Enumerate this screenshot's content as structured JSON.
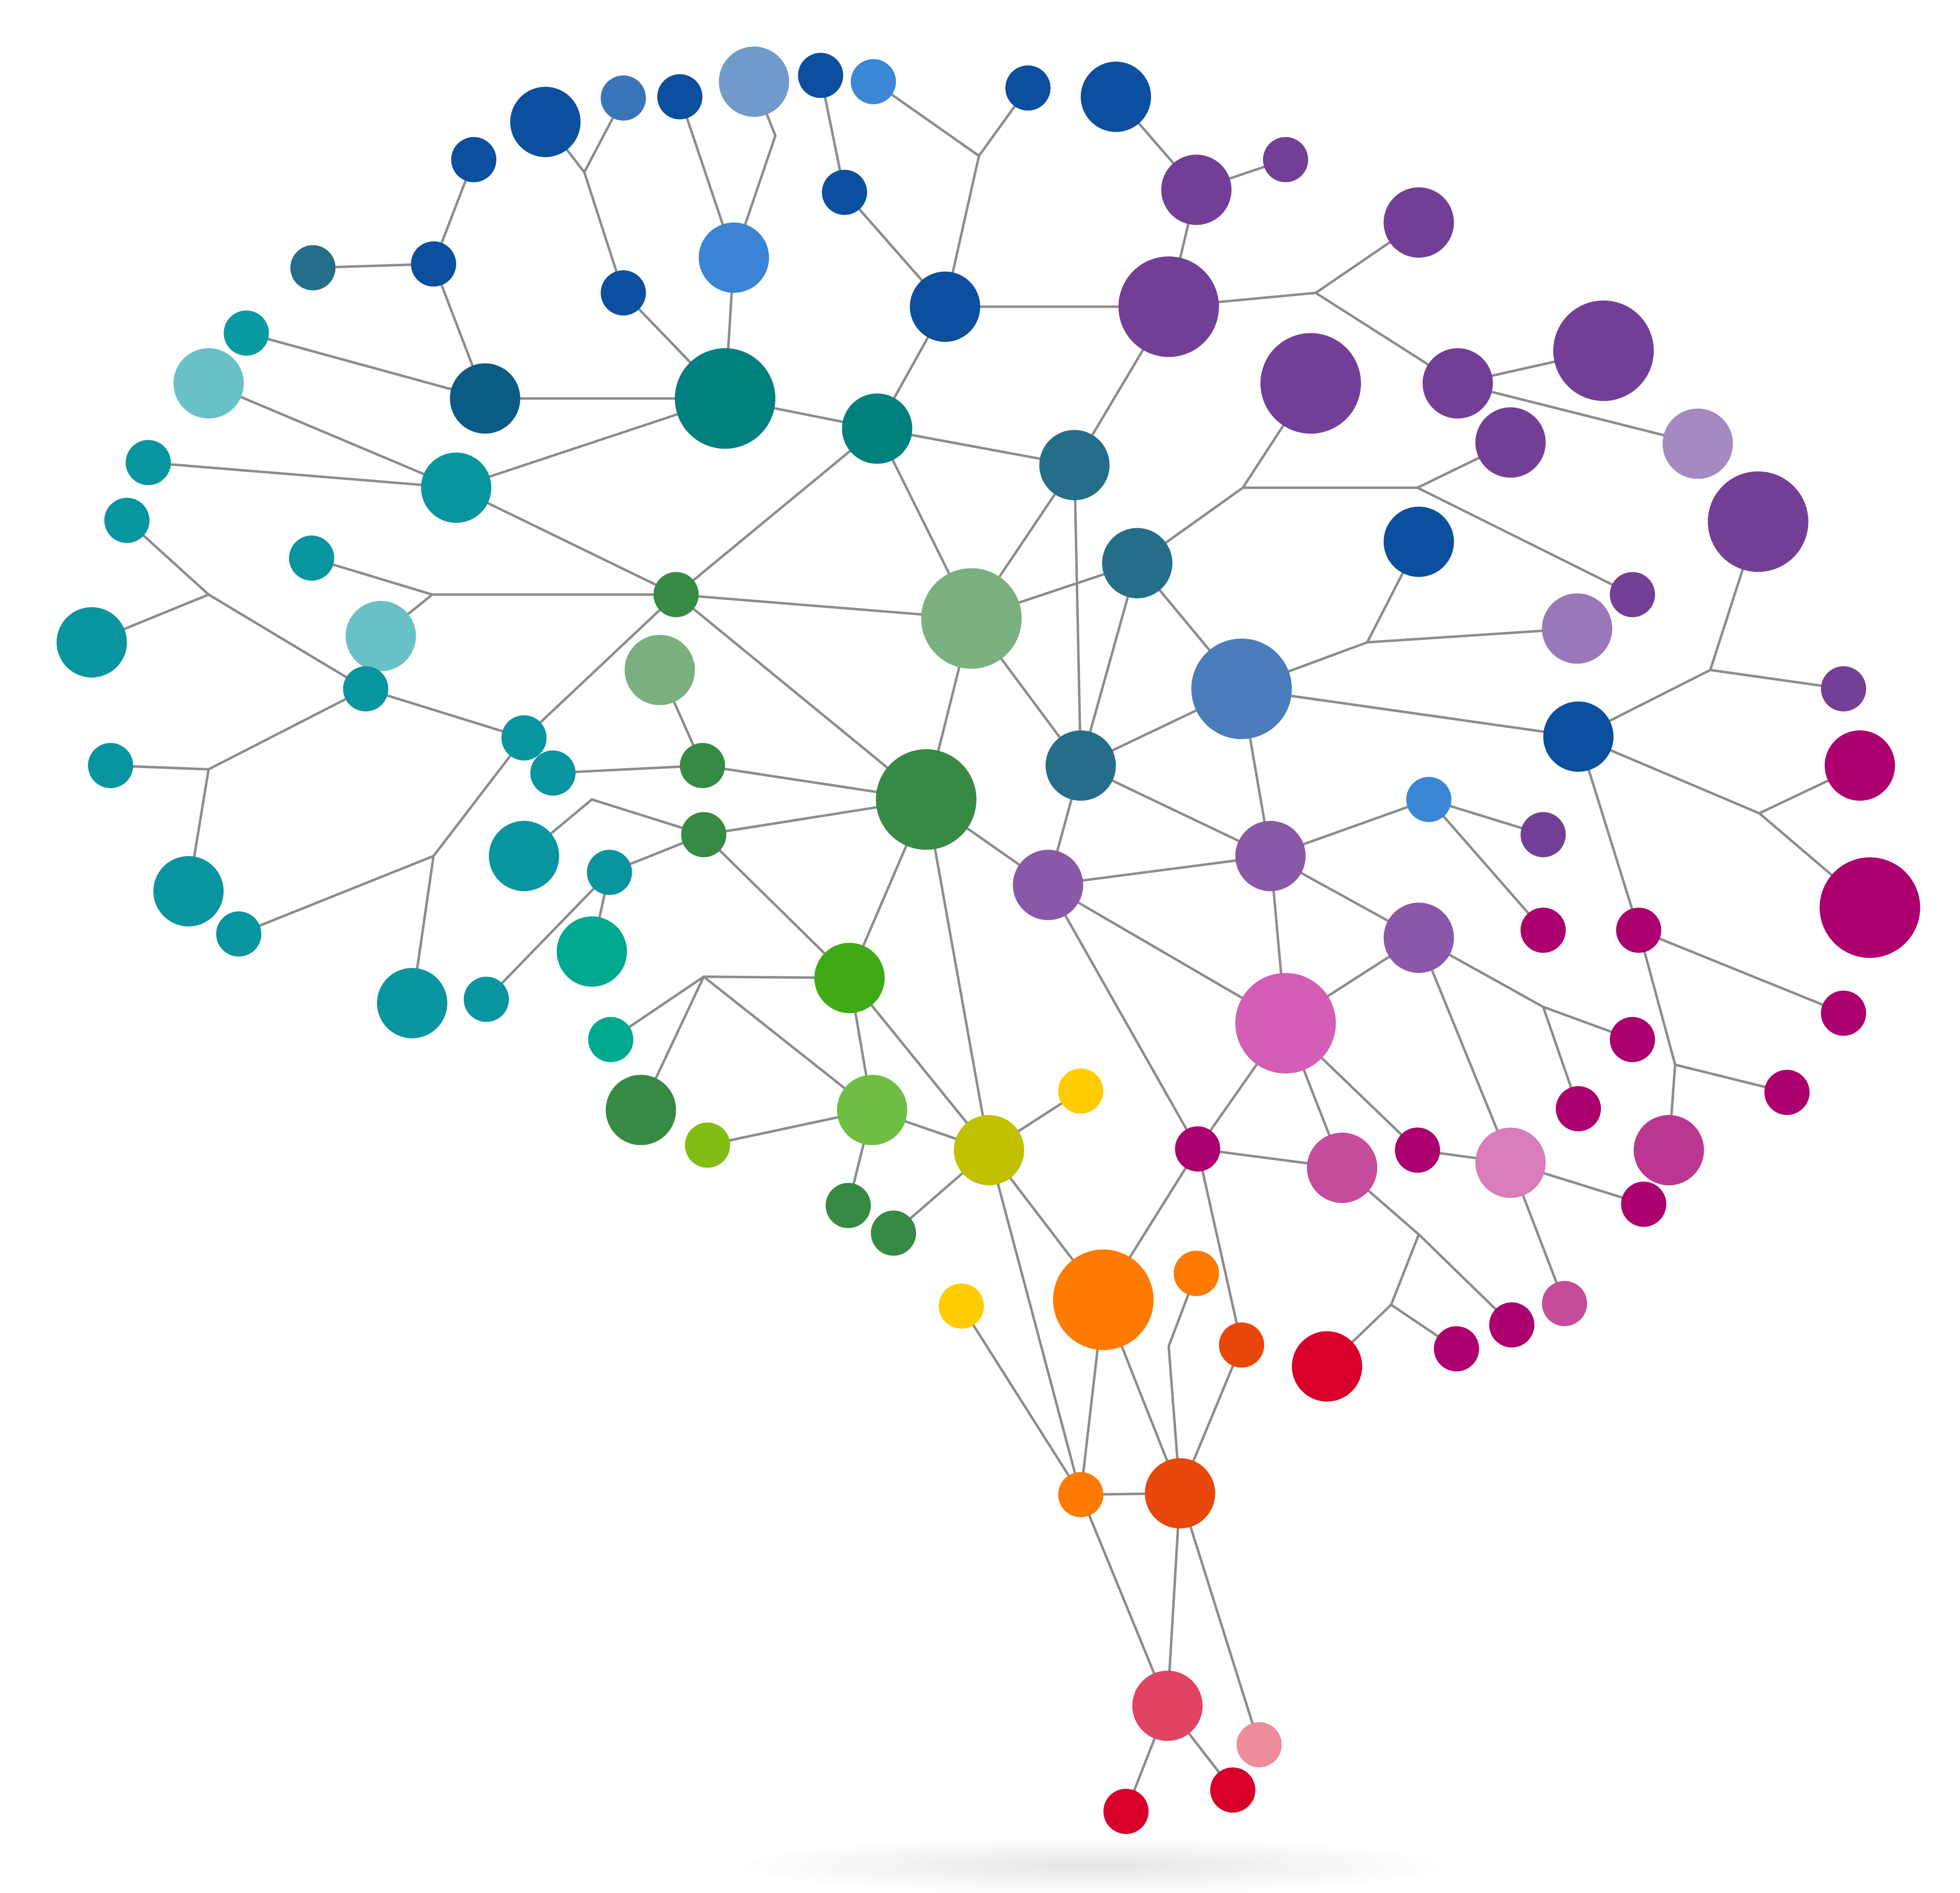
{
  "diagram": {
    "type": "network",
    "edge_color": "#8c8c8c",
    "nodes": [
      {
        "id": "n1",
        "color": "#0b4f9e",
        "size": "large"
      },
      {
        "id": "n2",
        "color": "#3a74b8",
        "size": "small"
      },
      {
        "id": "n3",
        "color": "#0b4f9e",
        "size": "small"
      },
      {
        "id": "n4",
        "color": "#6f9ac9",
        "size": "large"
      },
      {
        "id": "n5",
        "color": "#0b4f9e",
        "size": "small"
      },
      {
        "id": "n6",
        "color": "#3b87d6",
        "size": "small"
      },
      {
        "id": "n7",
        "color": "#0b4f9e",
        "size": "small"
      },
      {
        "id": "n8",
        "color": "#0b4f9e",
        "size": "large"
      },
      {
        "id": "n9",
        "color": "#0b4f9e",
        "size": "small"
      },
      {
        "id": "n10",
        "color": "#0b4f9e",
        "size": "small"
      },
      {
        "id": "n11",
        "color": "#3b83d4",
        "size": "large"
      },
      {
        "id": "n12",
        "color": "#0b4f9e",
        "size": "small"
      },
      {
        "id": "n13",
        "color": "#0b4f9e",
        "size": "large"
      },
      {
        "id": "n14",
        "color": "#256e8a",
        "size": "small"
      },
      {
        "id": "n15",
        "color": "#0b4f9e",
        "size": "small"
      },
      {
        "id": "n16",
        "color": "#0a9aa3",
        "size": "small"
      },
      {
        "id": "n17",
        "color": "#68c1c6",
        "size": "large"
      },
      {
        "id": "n18",
        "color": "#0b5c85",
        "size": "large"
      },
      {
        "id": "n19",
        "color": "#007f7f",
        "size": "xlarge"
      },
      {
        "id": "n20",
        "color": "#007f7f",
        "size": "large"
      },
      {
        "id": "n21",
        "color": "#0995a0",
        "size": "small"
      },
      {
        "id": "n22",
        "color": "#0995a0",
        "size": "large"
      },
      {
        "id": "n23",
        "color": "#0995a0",
        "size": "small"
      },
      {
        "id": "n24",
        "color": "#0995a0",
        "size": "small"
      },
      {
        "id": "n25",
        "color": "#68c1c6",
        "size": "large"
      },
      {
        "id": "n26",
        "color": "#0995a0",
        "size": "large"
      },
      {
        "id": "n27",
        "color": "#0995a0",
        "size": "small"
      },
      {
        "id": "n28",
        "color": "#0995a0",
        "size": "small"
      },
      {
        "id": "n29",
        "color": "#0995a0",
        "size": "small"
      },
      {
        "id": "n30",
        "color": "#0995a0",
        "size": "large"
      },
      {
        "id": "n31",
        "color": "#0995a0",
        "size": "large"
      },
      {
        "id": "n32",
        "color": "#0995a0",
        "size": "small"
      },
      {
        "id": "n33",
        "color": "#0995a0",
        "size": "large"
      },
      {
        "id": "n34",
        "color": "#0995a0",
        "size": "small"
      },
      {
        "id": "n35",
        "color": "#0995a0",
        "size": "small"
      },
      {
        "id": "n36",
        "color": "#0995a0",
        "size": "small"
      },
      {
        "id": "n37",
        "color": "#00a88e",
        "size": "large"
      },
      {
        "id": "n38",
        "color": "#00a88e",
        "size": "small"
      },
      {
        "id": "n39",
        "color": "#368a43",
        "size": "small"
      },
      {
        "id": "n40",
        "color": "#7ab080",
        "size": "large"
      },
      {
        "id": "n41",
        "color": "#368a43",
        "size": "small"
      },
      {
        "id": "n42",
        "color": "#368a43",
        "size": "small"
      },
      {
        "id": "n43",
        "color": "#7ab080",
        "size": "xlarge"
      },
      {
        "id": "n44",
        "color": "#368a43",
        "size": "xlarge"
      },
      {
        "id": "n45",
        "color": "#40aa16",
        "size": "large"
      },
      {
        "id": "n46",
        "color": "#368a43",
        "size": "large"
      },
      {
        "id": "n47",
        "color": "#81bd12",
        "size": "small"
      },
      {
        "id": "n48",
        "color": "#6fbe44",
        "size": "large"
      },
      {
        "id": "n49",
        "color": "#368a43",
        "size": "small"
      },
      {
        "id": "n50",
        "color": "#368a43",
        "size": "small"
      },
      {
        "id": "n51",
        "color": "#bfc000",
        "size": "large"
      },
      {
        "id": "n52",
        "color": "#ffcc00",
        "size": "small"
      },
      {
        "id": "n53",
        "color": "#256e8a",
        "size": "large"
      },
      {
        "id": "n54",
        "color": "#256e8a",
        "size": "large"
      },
      {
        "id": "n55",
        "color": "#256e8a",
        "size": "large"
      },
      {
        "id": "n56",
        "color": "#4a7cbb",
        "size": "xlarge"
      },
      {
        "id": "n57",
        "color": "#8b58a7",
        "size": "large"
      },
      {
        "id": "n58",
        "color": "#8b58a7",
        "size": "large"
      },
      {
        "id": "n59",
        "color": "#3b87d6",
        "size": "small"
      },
      {
        "id": "n60",
        "color": "#733f96",
        "size": "small"
      },
      {
        "id": "n61",
        "color": "#8b58a7",
        "size": "large"
      },
      {
        "id": "n62",
        "color": "#d45eb5",
        "size": "xlarge"
      },
      {
        "id": "n63",
        "color": "#ab006e",
        "size": "small"
      },
      {
        "id": "n64",
        "color": "#c54b9b",
        "size": "large"
      },
      {
        "id": "n65",
        "color": "#ab006e",
        "size": "small"
      },
      {
        "id": "n66",
        "color": "#d87cba",
        "size": "large"
      },
      {
        "id": "n67",
        "color": "#ab006e",
        "size": "small"
      },
      {
        "id": "n68",
        "color": "#ab006e",
        "size": "small"
      },
      {
        "id": "n69",
        "color": "#ab006e",
        "size": "small"
      },
      {
        "id": "n70",
        "color": "#bb3690",
        "size": "large"
      },
      {
        "id": "n71",
        "color": "#ab006e",
        "size": "small"
      },
      {
        "id": "n72",
        "color": "#ab006e",
        "size": "small"
      },
      {
        "id": "n73",
        "color": "#ab006e",
        "size": "small"
      },
      {
        "id": "n74",
        "color": "#ab006e",
        "size": "small"
      },
      {
        "id": "n75",
        "color": "#c54b9b",
        "size": "small"
      },
      {
        "id": "n76",
        "color": "#ab006e",
        "size": "small"
      },
      {
        "id": "n77",
        "color": "#ab006e",
        "size": "small"
      },
      {
        "id": "n78",
        "color": "#d8002a",
        "size": "large"
      },
      {
        "id": "n79",
        "color": "#733f96",
        "size": "large"
      },
      {
        "id": "n80",
        "color": "#733f96",
        "size": "small"
      },
      {
        "id": "n81",
        "color": "#733f96",
        "size": "xlarge"
      },
      {
        "id": "n82",
        "color": "#733f96",
        "size": "large"
      },
      {
        "id": "n83",
        "color": "#733f96",
        "size": "xlarge"
      },
      {
        "id": "n84",
        "color": "#733f96",
        "size": "large"
      },
      {
        "id": "n85",
        "color": "#733f96",
        "size": "xlarge"
      },
      {
        "id": "n86",
        "color": "#733f96",
        "size": "large"
      },
      {
        "id": "n87",
        "color": "#a589c0",
        "size": "large"
      },
      {
        "id": "n88",
        "color": "#733f96",
        "size": "xlarge"
      },
      {
        "id": "n89",
        "color": "#0b4f9e",
        "size": "large"
      },
      {
        "id": "n90",
        "color": "#733f96",
        "size": "small"
      },
      {
        "id": "n91",
        "color": "#9878b8",
        "size": "large"
      },
      {
        "id": "n92",
        "color": "#0b4f9e",
        "size": "large"
      },
      {
        "id": "n93",
        "color": "#733f96",
        "size": "small"
      },
      {
        "id": "n94",
        "color": "#ab006e",
        "size": "large"
      },
      {
        "id": "n95",
        "color": "#ab006e",
        "size": "xlarge"
      },
      {
        "id": "n96",
        "color": "#ab006e",
        "size": "small"
      },
      {
        "id": "n97",
        "color": "#ab006e",
        "size": "small"
      },
      {
        "id": "n98",
        "color": "#ff7a00",
        "size": "xlarge"
      },
      {
        "id": "n99",
        "color": "#ff7a00",
        "size": "small"
      },
      {
        "id": "n100",
        "color": "#e84709",
        "size": "small"
      },
      {
        "id": "n101",
        "color": "#ffcc00",
        "size": "small"
      },
      {
        "id": "n102",
        "color": "#ff7a00",
        "size": "small"
      },
      {
        "id": "n103",
        "color": "#e84709",
        "size": "large"
      },
      {
        "id": "n104",
        "color": "#e04462",
        "size": "large"
      },
      {
        "id": "n105",
        "color": "#ed8d9c",
        "size": "small"
      },
      {
        "id": "n106",
        "color": "#d8002a",
        "size": "small"
      },
      {
        "id": "n107",
        "color": "#d8002a",
        "size": "small"
      }
    ]
  }
}
